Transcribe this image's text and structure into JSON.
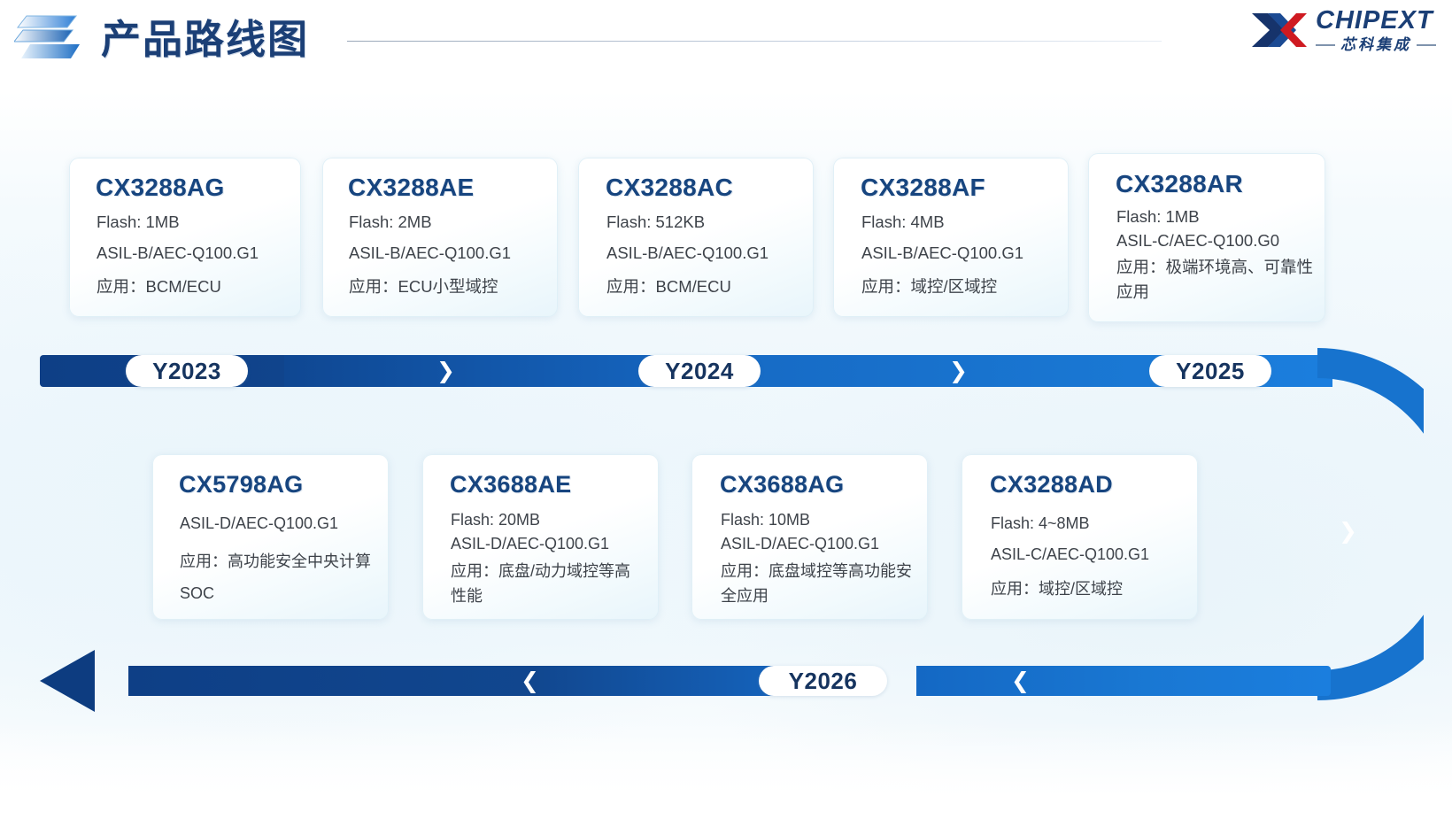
{
  "header": {
    "title": "产品路线图",
    "logo_mark": "chevron-stack-logo",
    "brand_en": "CHIPEXT",
    "brand_cn": "芯科集成"
  },
  "colors": {
    "title_navy": "#1b3f76",
    "model_navy": "#17457f",
    "bar_dark": "#0e3f86",
    "bar_mid": "#1565bf",
    "bar_light": "#1b7ede",
    "brand_red": "#cf1a21",
    "card_bg": "#ffffff",
    "body_text": "#3e434a"
  },
  "timeline_top": {
    "years": [
      "Y2023",
      "Y2024",
      "Y2025"
    ],
    "divider_icon": "chevron-right-icon",
    "direction": "forward"
  },
  "timeline_bottom": {
    "years": [
      "Y2026"
    ],
    "divider_icon": "chevron-left-icon",
    "arrow_icon": "arrow-left-icon",
    "direction": "backward"
  },
  "curve": {
    "icon": "chevron-down-icon",
    "color": "#1773ce"
  },
  "products_top": [
    {
      "model": "CX3288AG",
      "lines": [
        "Flash: 1MB",
        "ASIL-B/AEC-Q100.G1",
        "应用：BCM/ECU"
      ]
    },
    {
      "model": "CX3288AE",
      "lines": [
        "Flash: 2MB",
        "ASIL-B/AEC-Q100.G1",
        "应用：ECU小型域控"
      ]
    },
    {
      "model": "CX3288AC",
      "lines": [
        "Flash: 512KB",
        "ASIL-B/AEC-Q100.G1",
        "应用：BCM/ECU"
      ]
    },
    {
      "model": "CX3288AF",
      "lines": [
        "Flash: 4MB",
        "ASIL-B/AEC-Q100.G1",
        "应用：域控/区域控"
      ]
    },
    {
      "model": "CX3288AR",
      "lines": [
        "Flash: 1MB",
        "ASIL-C/AEC-Q100.G0",
        "应用：极端环境高、可靠性应用"
      ]
    }
  ],
  "products_bottom": [
    {
      "model": "CX5798AG",
      "lines": [
        "ASIL-D/AEC-Q100.G1",
        "应用：高功能安全中央计算SOC"
      ]
    },
    {
      "model": "CX3688AE",
      "lines": [
        "Flash: 20MB",
        "ASIL-D/AEC-Q100.G1",
        "应用：底盘/动力域控等高性能"
      ]
    },
    {
      "model": "CX3688AG",
      "lines": [
        "Flash: 10MB",
        "ASIL-D/AEC-Q100.G1",
        "应用：底盘域控等高功能安全应用"
      ]
    },
    {
      "model": "CX3288AD",
      "lines": [
        "Flash: 4~8MB",
        "ASIL-C/AEC-Q100.G1",
        "应用：域控/区域控"
      ]
    }
  ]
}
